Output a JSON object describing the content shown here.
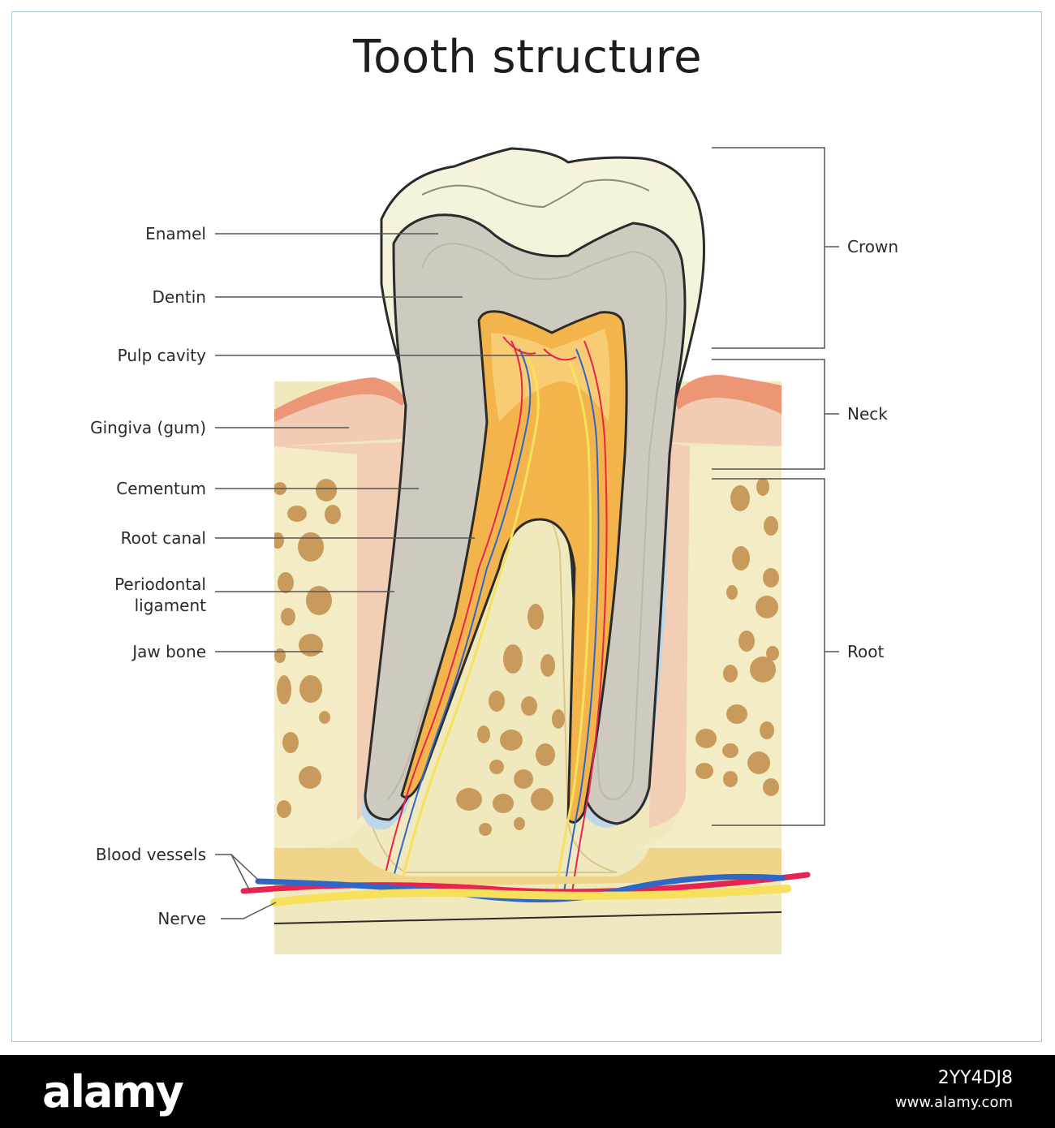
{
  "title": "Tooth structure",
  "labels_left": {
    "enamel": "Enamel",
    "dentin": "Dentin",
    "pulp_cavity": "Pulp cavity",
    "gingiva": "Gingiva (gum)",
    "cementum": "Cementum",
    "root_canal": "Root canal",
    "periodontal_ligament": "Periodontal\nligament",
    "jaw_bone": "Jaw bone",
    "blood_vessels": "Blood vessels",
    "nerve": "Nerve"
  },
  "labels_right": {
    "crown": "Crown",
    "neck": "Neck",
    "root": "Root"
  },
  "footer": {
    "brand": "alamy",
    "image_id": "2YY4DJ8",
    "url": "www.alamy.com"
  },
  "colors": {
    "enamel": "#f6f3dc",
    "dentin": "#cfcabf",
    "pulp": "#f3b54b",
    "gum": "#f2cbb4",
    "gum_top": "#ec9675",
    "bone": "#f1ebc1",
    "bone_spot": "#c99a5a",
    "ligament": "#bcd7ea",
    "artery": "#e8234f",
    "vein": "#2f67c7",
    "nerve": "#f6e05c",
    "frame": "#a9c9d1"
  }
}
